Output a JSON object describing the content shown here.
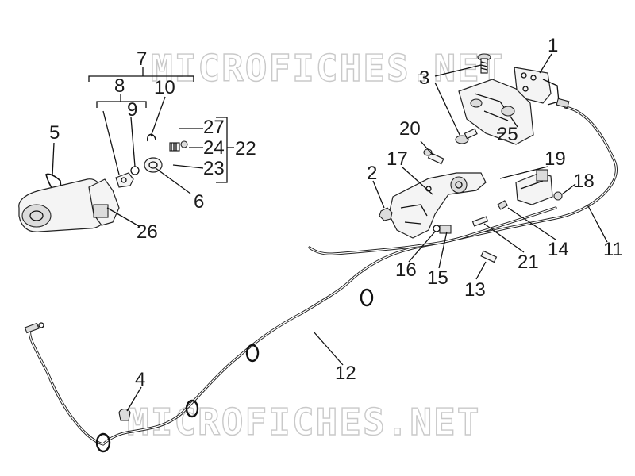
{
  "watermark": {
    "text": "MICROFICHES.NET"
  },
  "callouts": [
    "1",
    "2",
    "3",
    "4",
    "5",
    "6",
    "7",
    "8",
    "9",
    "10",
    "11",
    "12",
    "13",
    "14",
    "15",
    "16",
    "17",
    "18",
    "19",
    "20",
    "21",
    "22",
    "23",
    "24",
    "25",
    "26",
    "27"
  ]
}
